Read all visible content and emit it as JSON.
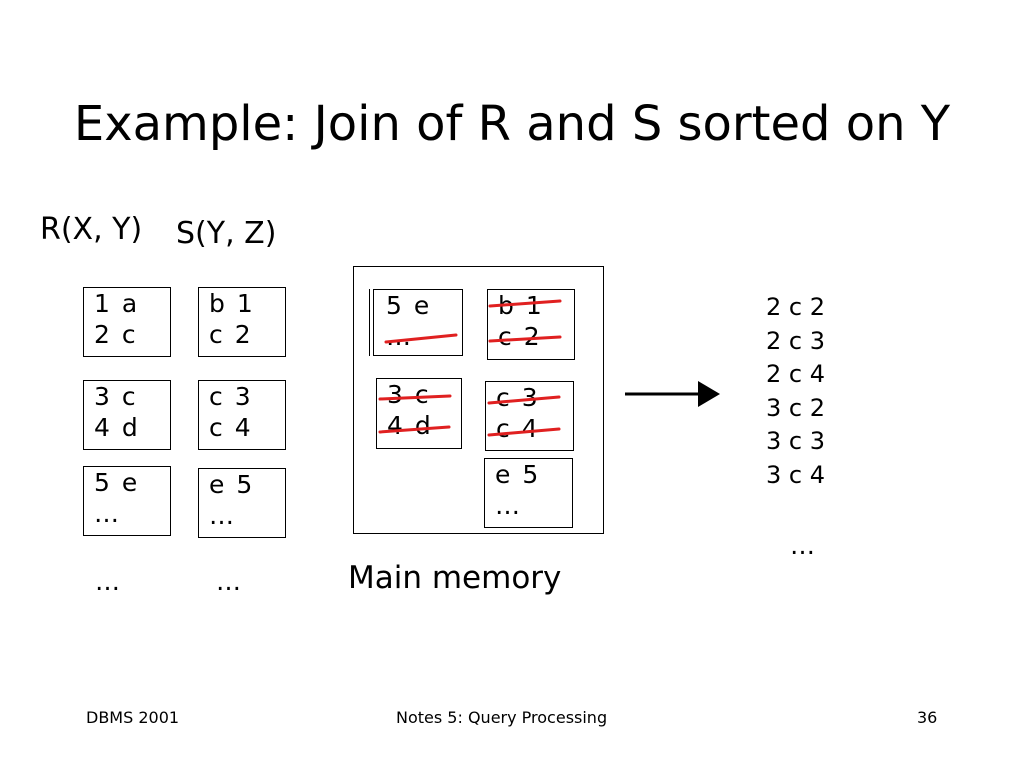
{
  "title": "Example: Join of R and S sorted on Y",
  "labels": {
    "r": "R(X, Y)",
    "s": "S(Y, Z)",
    "main_memory": "Main memory"
  },
  "r_blocks": [
    {
      "line1": "1  a",
      "line2": "2  c"
    },
    {
      "line1": "3  c",
      "line2": "4  d"
    },
    {
      "line1": "5  e",
      "line2": " …"
    }
  ],
  "s_blocks": [
    {
      "line1": "b  1",
      "line2": "c  2"
    },
    {
      "line1": "c  3",
      "line2": "c  4"
    },
    {
      "line1": "e  5",
      "line2": " …"
    }
  ],
  "memory_blocks": {
    "r_block_1": {
      "line1": "5  e",
      "line2": " …"
    },
    "r_block_2": {
      "line1": "3  c",
      "line2": "4  d"
    },
    "s_block_1": {
      "line1": "b  1",
      "line2": "c  2"
    },
    "s_block_2": {
      "line1": "c  3",
      "line2": "c  4"
    },
    "s_block_3": {
      "line1": "e  5",
      "line2": " …"
    }
  },
  "ellipsis": "…",
  "result": {
    "rows": [
      "2 c 2",
      "2 c 3",
      "2 c 4",
      "3 c 2",
      "3 c 3",
      "3 c 4"
    ],
    "more": "…"
  },
  "footer": {
    "left": "DBMS 2001",
    "center": "Notes 5: Query Processing",
    "page": "36"
  },
  "colors": {
    "strike": "#e02020",
    "border": "#000000"
  }
}
